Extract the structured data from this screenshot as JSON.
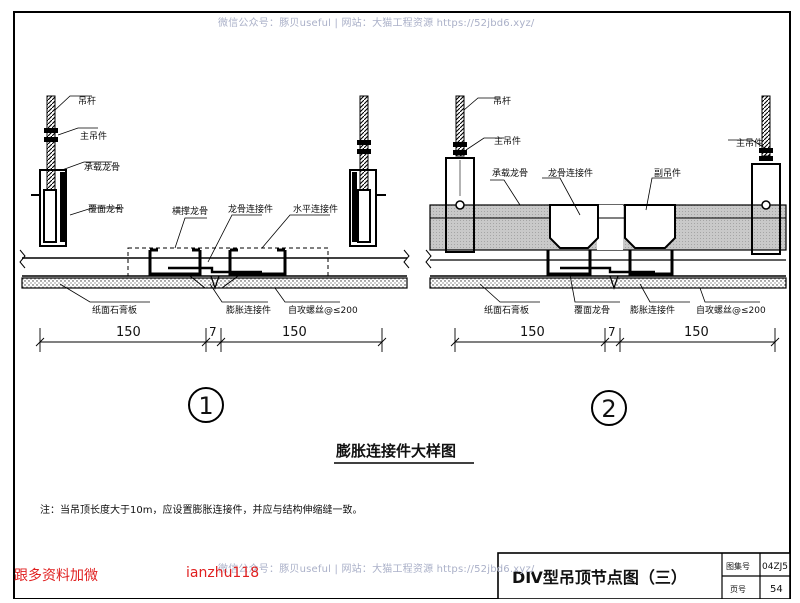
{
  "watermark_top": "微信公众号：豚贝useful | 网站：大猫工程资源 https://52jbd6.xyz/",
  "watermark_bottom": "微信公众号：豚贝useful | 网站：大猫工程资源 https://52jbd6.xyz/",
  "detail1": {
    "circle_number": "1",
    "labels": {
      "rod": "吊杆",
      "main_hanger": "主吊件",
      "bearing_keel": "承载龙骨",
      "cover_keel": "覆面龙骨",
      "lateral_keel": "横撑龙骨",
      "keel_connector": "龙骨连接件",
      "horizontal_connector": "水平连接件",
      "gypsum_board": "纸面石膏板",
      "expansion_connector": "膨胀连接件",
      "screw": "自攻螺丝@≤200"
    },
    "dims": [
      "150",
      "7",
      "150"
    ]
  },
  "detail2": {
    "circle_number": "2",
    "labels": {
      "rod": "吊杆",
      "main_hanger_left": "主吊件",
      "main_hanger_right": "主吊件",
      "bearing_keel": "承载龙骨",
      "keel_connector": "龙骨连接件",
      "aux_hanger": "副吊件",
      "gypsum_board": "纸面石膏板",
      "cover_keel": "覆面龙骨",
      "expansion_connector": "膨胀连接件",
      "screw": "自攻螺丝@≤200"
    },
    "dims": [
      "150",
      "7",
      "150"
    ]
  },
  "main_title": "膨胀连接件大样图",
  "note": "注：当吊顶长度大于10m，应设置膨胀连接件，并应与结构伸缩缝一致。",
  "title_block": {
    "drawing_title": "DⅣ型吊顶节点图（三）",
    "atlas_label": "图集号",
    "atlas_value": "04ZJ5",
    "page_label": "页号",
    "page_value": "54"
  },
  "promo_left": "跟多资料加微",
  "promo_right": "ianzhu118"
}
